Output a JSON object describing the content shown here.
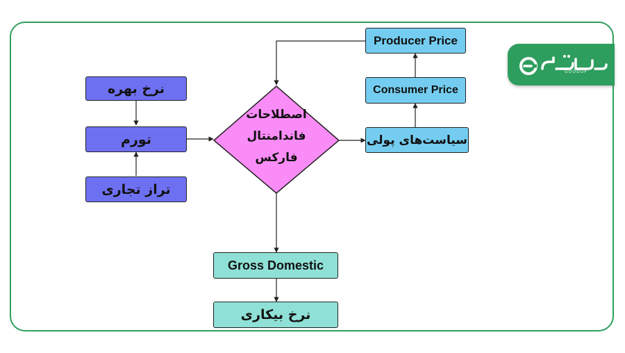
{
  "diagram": {
    "left_column": {
      "top": "نرخ بهره",
      "middle": "تورم",
      "bottom": "تراز تجاری"
    },
    "center": {
      "line1": "اصطلاحات",
      "line2": "فاندامنتال",
      "line3": "فارکس"
    },
    "right_column": {
      "top": "Producer Price",
      "middle": "Consumer Price",
      "bottom": "سیاست‌های پولی"
    },
    "bottom_column": {
      "top": "Gross Domestic",
      "bottom": "نرخ بیکاری"
    }
  },
  "logo": {
    "sub": "GOODUP"
  },
  "colors": {
    "frame": "#2e9e5e",
    "purple_box": "#6e70f2",
    "blue_box": "#74cdf0",
    "teal_box": "#8fe0d6",
    "diamond": "#f98cf6",
    "logo_bg": "#2e9e5e"
  }
}
